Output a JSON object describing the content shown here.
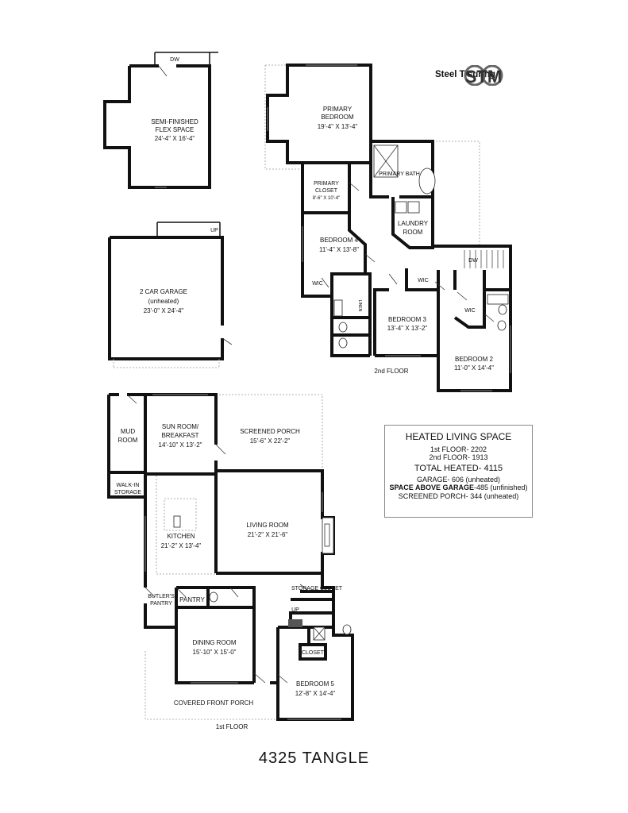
{
  "title": "4325 TANGLE",
  "logo": {
    "brand": "Steel Tape Measuring",
    "visible_text": "Steel T       suring",
    "mark": "STM"
  },
  "floors": {
    "first": "1st FLOOR",
    "second": "2nd FLOOR"
  },
  "rooms": {
    "flex_name_1": "SEMI-FINISHED",
    "flex_name_2": "FLEX SPACE",
    "flex_dim": "24'-4\" X 16'-4\"",
    "garage_name": "2 CAR GARAGE",
    "garage_note": "(unheated)",
    "garage_dim": "23'-0\" X 24'-4\"",
    "primary_name_1": "PRIMARY",
    "primary_name_2": "BEDROOM",
    "primary_dim": "19'-4\" X 13'-4\"",
    "primary_closet_1": "PRIMARY",
    "primary_closet_2": "CLOSET",
    "primary_closet_dim": "8'-6\" X 10'-4\"",
    "primary_bath": "PRIMARY BATH",
    "laundry_1": "LAUNDRY",
    "laundry_2": "ROOM",
    "bed4_name": "BEDROOM 4",
    "bed4_dim": "11'-4\" X 13'-8\"",
    "bed3_name": "BEDROOM 3",
    "bed3_dim": "13'-4\" X 13'-2\"",
    "bed2_name": "BEDROOM 2",
    "bed2_dim": "11'-0\" X 14'-4\"",
    "wic": "WIC",
    "linen": "LINEN",
    "dw": "DW",
    "up": "UP",
    "mud_1": "MUD",
    "mud_2": "ROOM",
    "walkin_1": "WALK-IN",
    "walkin_2": "STORAGE",
    "sun_1": "SUN ROOM/",
    "sun_2": "BREAKFAST",
    "sun_dim": "14'-10\" X 13'-2\"",
    "porch_name": "SCREENED PORCH",
    "porch_dim": "15'-6\" X 22'-2\"",
    "kitchen_name": "KITCHEN",
    "kitchen_dim": "21'-2\" X 13'-4\"",
    "living_name": "LIVING ROOM",
    "living_dim": "21'-2\" X 21'-6\"",
    "butler_1": "BUTLER'S",
    "butler_2": "PANTRY",
    "pantry": "PANTRY",
    "storage_closet": "STORAGE CLOSET",
    "dining_name": "DINING ROOM",
    "dining_dim": "15'-10\" X 15'-0\"",
    "closet": "CLOSET",
    "bed5_name": "BEDROOM 5",
    "bed5_dim": "12'-8\" X 14'-4\"",
    "front_porch": "COVERED FRONT PORCH"
  },
  "legend": {
    "heading": "HEATED LIVING SPACE",
    "first_floor": "1st FLOOR- 2202",
    "second_floor": "2nd FLOOR- 1913",
    "total": "TOTAL HEATED- 4115",
    "garage": "GARAGE- 606 (unheated)",
    "space_above_label": "SPACE ABOVE GARAGE",
    "space_above_value": "-485 (unfinished)",
    "screened": "SCREENED PORCH- 344 (unheated)"
  }
}
